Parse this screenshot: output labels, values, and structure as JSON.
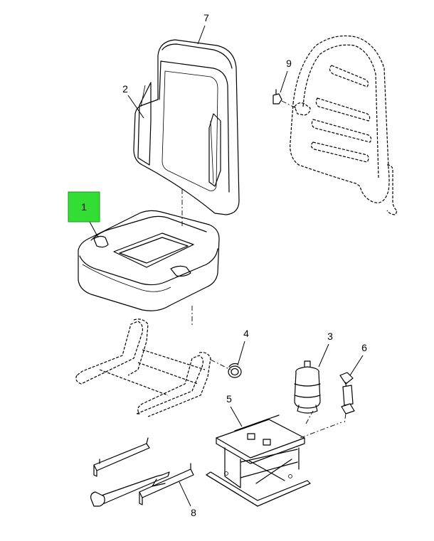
{
  "callouts": [
    {
      "id": "1",
      "label": "1",
      "highlighted": true
    },
    {
      "id": "2",
      "label": "2"
    },
    {
      "id": "3",
      "label": "3"
    },
    {
      "id": "4",
      "label": "4"
    },
    {
      "id": "5",
      "label": "5"
    },
    {
      "id": "6",
      "label": "6"
    },
    {
      "id": "7",
      "label": "7"
    },
    {
      "id": "8",
      "label": "8"
    },
    {
      "id": "9",
      "label": "9"
    }
  ],
  "colors": {
    "highlight_fill": "#33dd33",
    "line": "#000000",
    "background": "#ffffff"
  }
}
